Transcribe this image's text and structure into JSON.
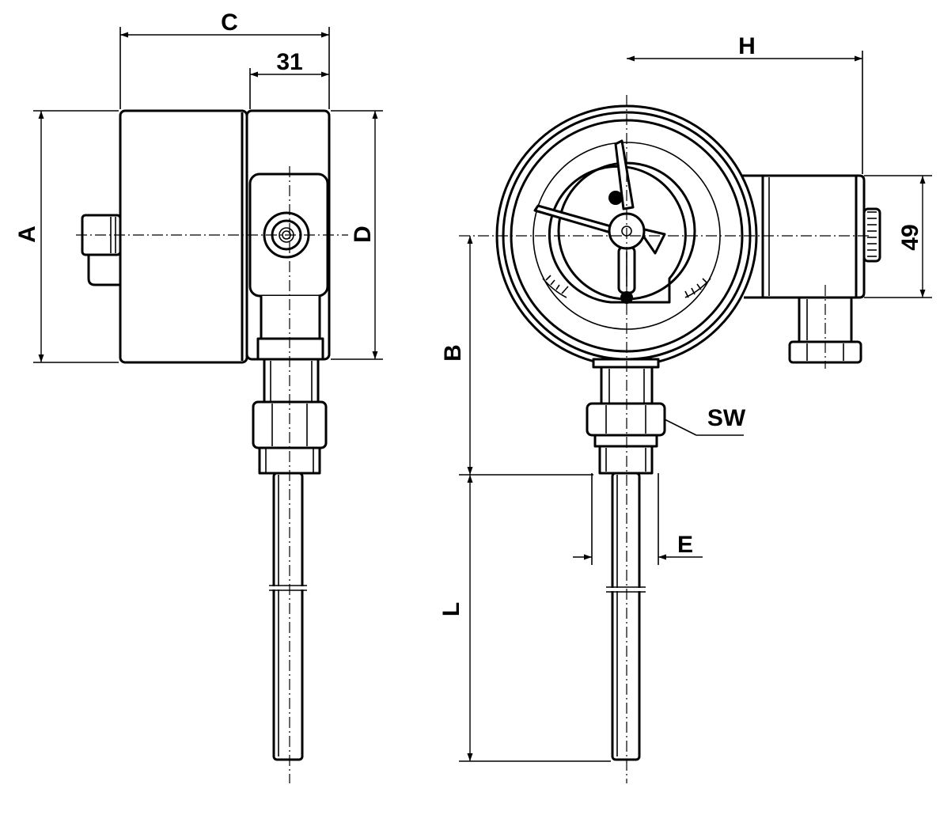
{
  "dimensions": {
    "A": "A",
    "B": "B",
    "C": "C",
    "D": "D",
    "E": "E",
    "H": "H",
    "L": "L",
    "SW": "SW",
    "case_depth": "31",
    "box_height": "49"
  }
}
